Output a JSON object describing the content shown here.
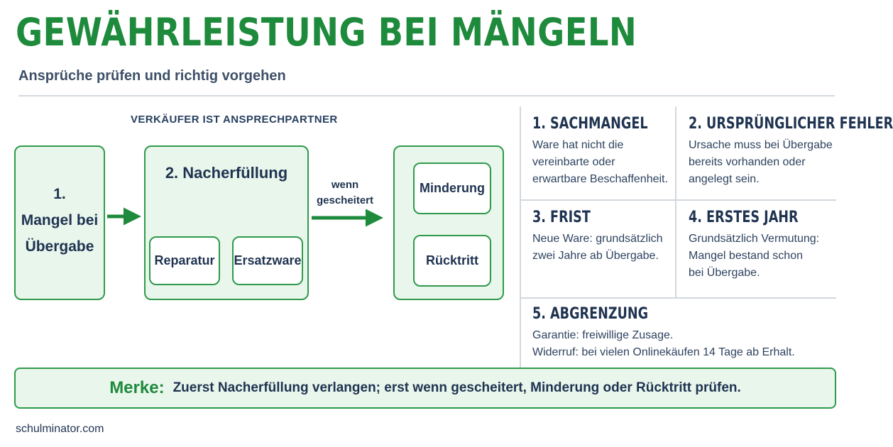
{
  "header": {
    "title": "GEWÄHRLEISTUNG BEI MÄNGELN",
    "subtitle": "Ansprüche prüfen und richtig vorgehen"
  },
  "flow": {
    "heading": "VERKÄUFER IST ANSPRECHPARTNER",
    "step1": {
      "number": "1.",
      "line1": "Mangel bei",
      "line2": "Übergabe"
    },
    "step2": {
      "title": "2. Nacherfüllung",
      "options": [
        "Reparatur",
        "Ersatzware"
      ]
    },
    "condition": {
      "line1": "wenn",
      "line2": "gescheitert"
    },
    "step3": {
      "options": [
        "Minderung",
        "Rücktritt"
      ]
    }
  },
  "criteria": [
    {
      "title": "1. SACHMANGEL",
      "lines": [
        "Ware hat nicht die",
        "vereinbarte oder",
        "erwartbare Beschaffenheit."
      ]
    },
    {
      "title": "2. URSPRÜNGLICHER FEHLER",
      "lines": [
        "Ursache muss bei Übergabe",
        "bereits vorhanden oder",
        "angelegt sein."
      ]
    },
    {
      "title": "3. FRIST",
      "lines": [
        "Neue Ware: grundsätzlich",
        "zwei Jahre ab Übergabe."
      ]
    },
    {
      "title": "4. ERSTES JAHR",
      "lines": [
        "Grundsätzlich Vermutung:",
        "Mangel bestand schon",
        "bei Übergabe."
      ]
    },
    {
      "title": "5. ABGRENZUNG",
      "lines": [
        "Garantie: freiwillige Zusage.",
        "Widerruf: bei vielen Onlinekäufen 14 Tage ab Erhalt."
      ]
    }
  ],
  "note": {
    "label": "Merke:",
    "text": "Zuerst Nacherfüllung verlangen; erst wenn gescheitert, Minderung oder Rücktritt prüfen."
  },
  "footer": {
    "source": "schulminator.com"
  },
  "colors": {
    "accent": "#1e8a3c",
    "box_fill": "#e9f6ec",
    "text": "#1f3350",
    "divider": "#d2d8df"
  }
}
